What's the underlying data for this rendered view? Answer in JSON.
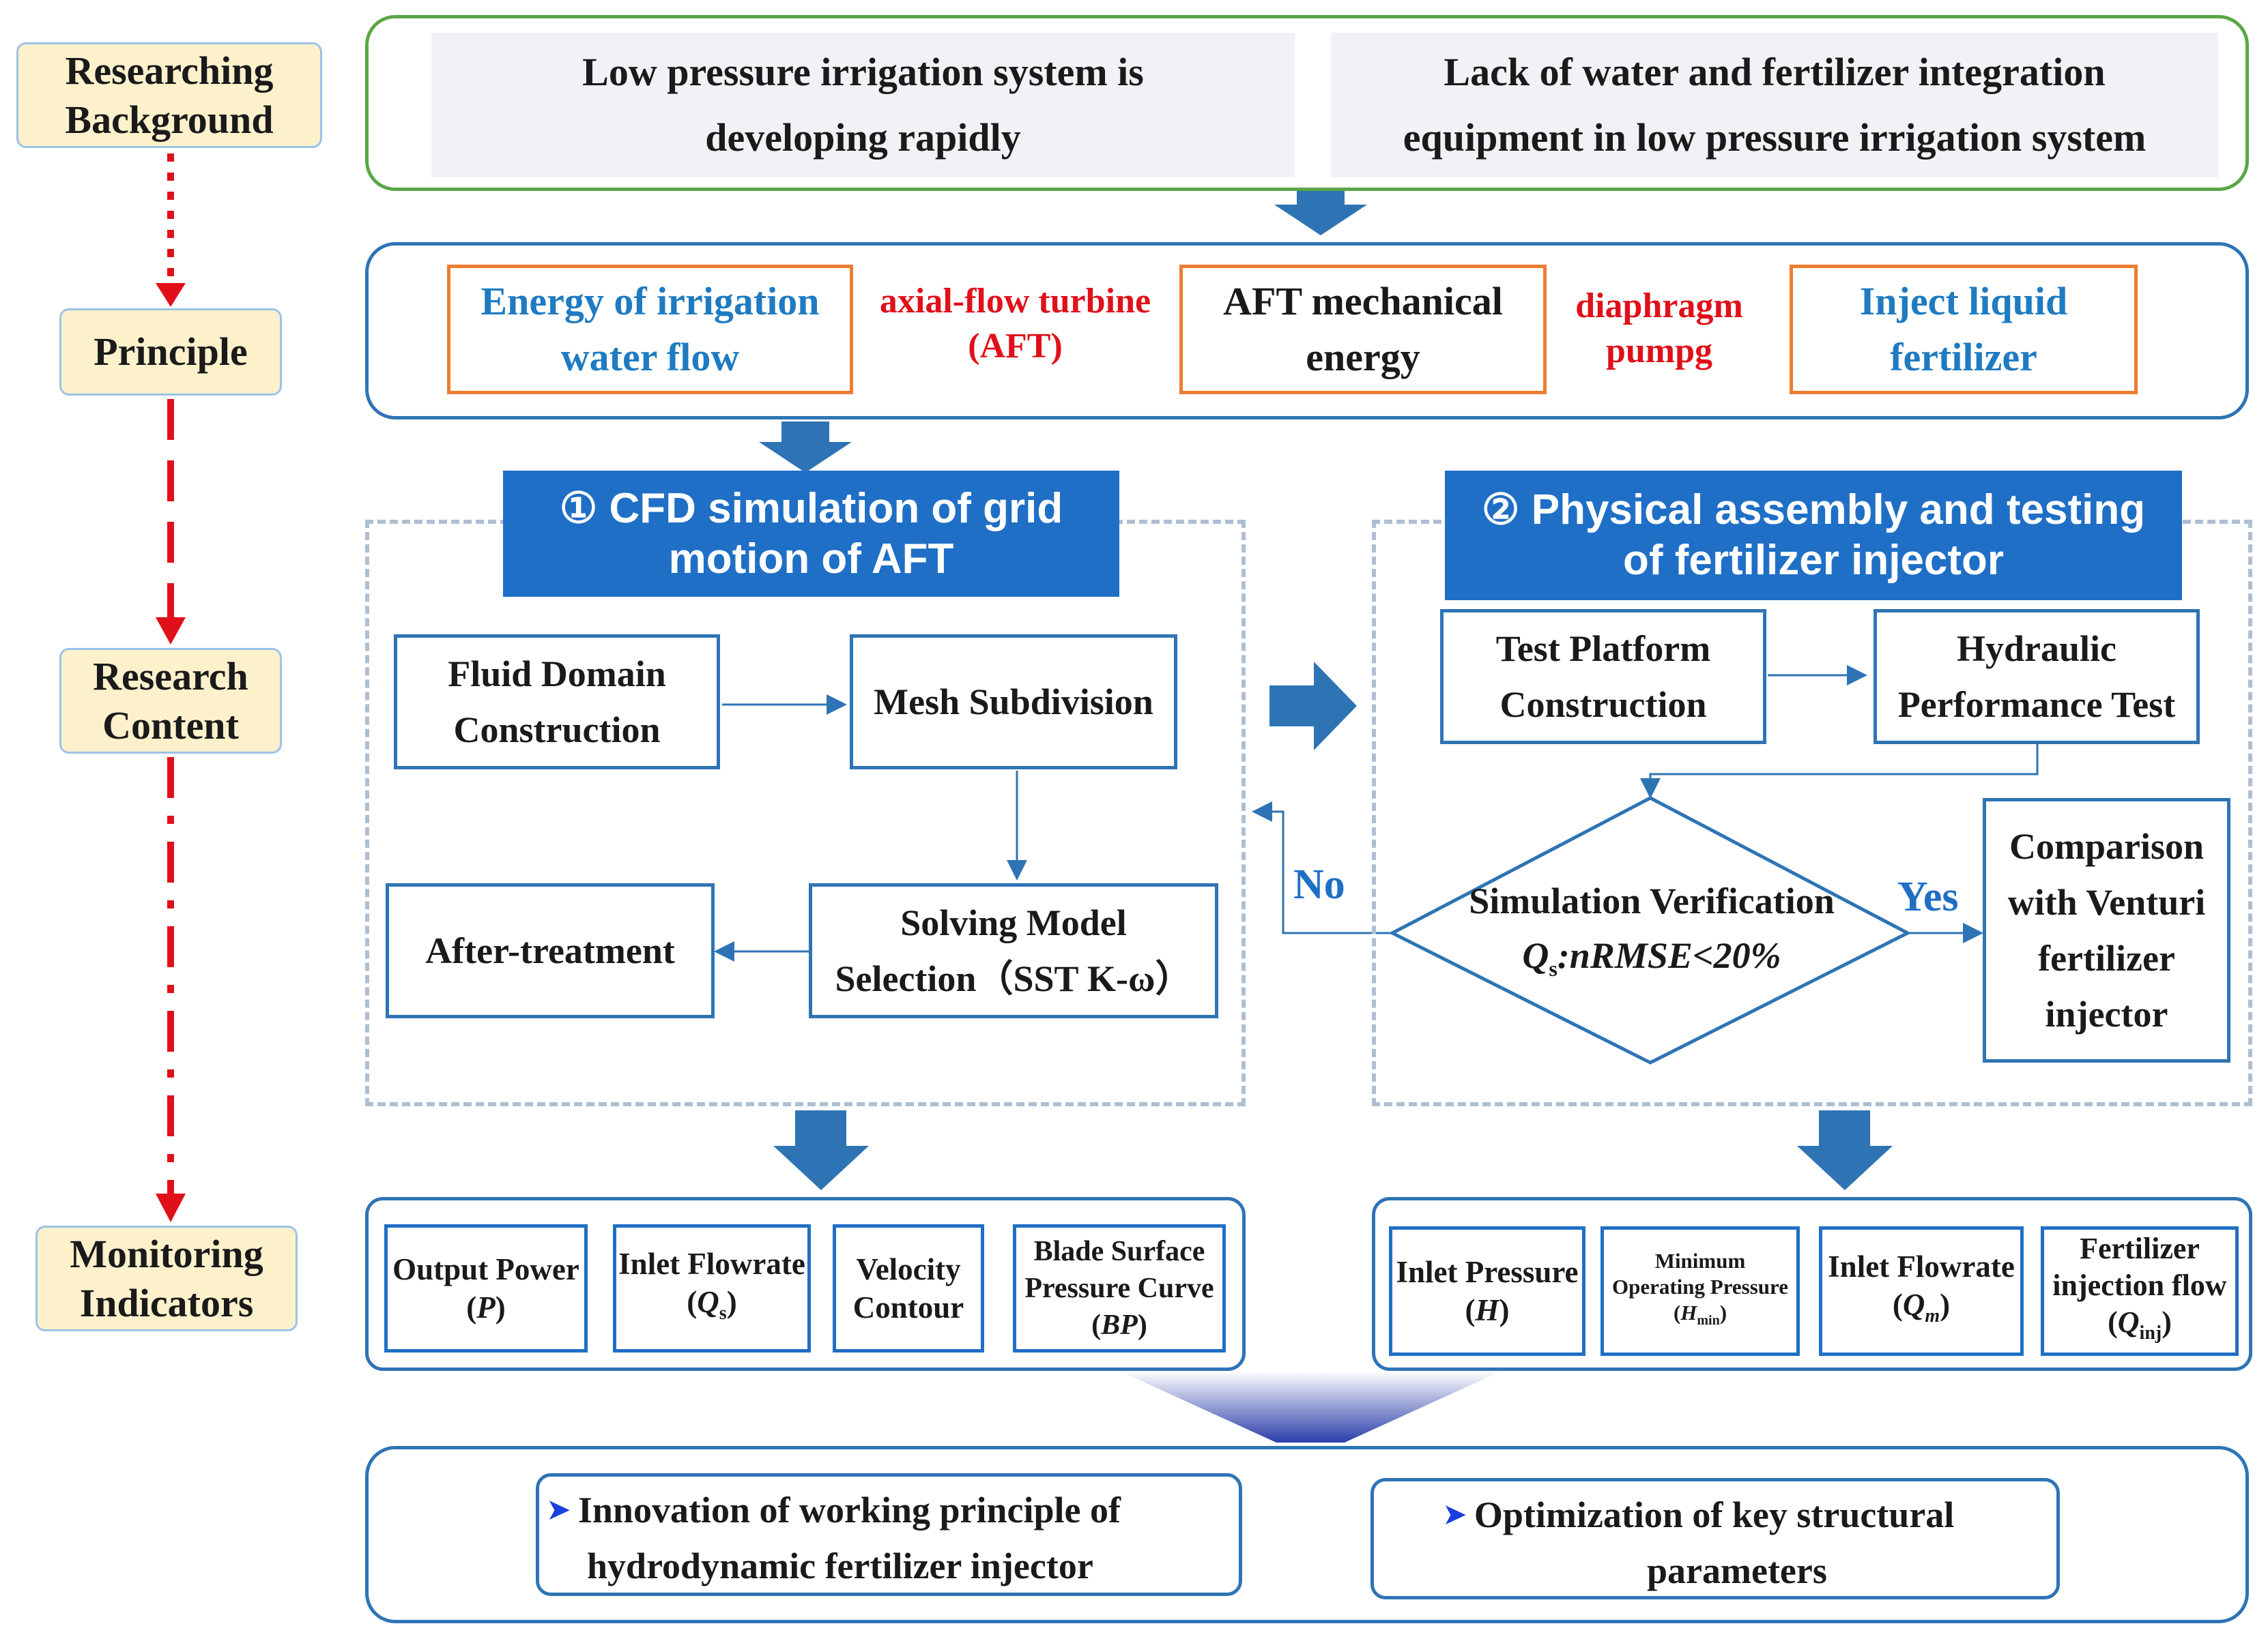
{
  "stages": {
    "background": [
      "Researching",
      "Background"
    ],
    "principle": "Principle",
    "content": [
      "Research",
      "Content"
    ],
    "monitoring": [
      "Monitoring",
      "Indicators"
    ]
  },
  "background": {
    "left": [
      "Low pressure irrigation system is",
      "developing rapidly"
    ],
    "right": [
      "Lack of water and fertilizer integration",
      "equipment in low pressure irrigation system"
    ]
  },
  "principle": {
    "box1": [
      "Energy of irrigation",
      "water flow"
    ],
    "arrow1": [
      "axial-flow turbine",
      "(AFT)"
    ],
    "box2": [
      "AFT mechanical",
      "energy"
    ],
    "arrow2": [
      "diaphragm",
      "pumpg"
    ],
    "box3": [
      "Inject liquid",
      "fertilizer"
    ]
  },
  "cfd": {
    "banner": [
      "① CFD simulation of grid",
      "motion of AFT"
    ],
    "fluid_domain": [
      "Fluid Domain",
      "Construction"
    ],
    "mesh": "Mesh Subdivision",
    "solving": [
      "Solving Model",
      "Selection（SST K-ω）"
    ],
    "after": "After-treatment"
  },
  "physical": {
    "banner": [
      "② Physical assembly and testing",
      "of fertilizer injector"
    ],
    "platform": [
      "Test Platform",
      "Construction"
    ],
    "hydraulic": [
      "Hydraulic",
      "Performance Test"
    ],
    "verify_line1": "Simulation Verification",
    "verify_q": "Q",
    "verify_sub": "s",
    "verify_rest": ":nRMSE<20%",
    "comparison": [
      "Comparison",
      "with Venturi",
      "fertilizer",
      "injector"
    ],
    "yes": "Yes",
    "no": "No"
  },
  "indicators_left": [
    {
      "label": "Output Power",
      "sym": "P",
      "sub": ""
    },
    {
      "label": "Inlet Flowrate",
      "sym": "Q",
      "sub": "s"
    },
    {
      "label": "Velocity",
      "label2": "Contour"
    },
    {
      "label": "Blade Surface",
      "label2": "Pressure Curve",
      "sym": "BP",
      "sub": ""
    }
  ],
  "indicators_right": [
    {
      "label": "Inlet Pressure",
      "sym": "H",
      "sub": ""
    },
    {
      "label": "Minimum",
      "label2": "Operating Pressure",
      "sym": "H",
      "sub": "min"
    },
    {
      "label": "Inlet Flowrate",
      "sym": "Q",
      "sub": "m"
    },
    {
      "label": "Fertilizer",
      "label2": "injection flow",
      "sym": "Q",
      "sub": "inj"
    }
  ],
  "outcomes": {
    "left": [
      "Innovation  of working  principle  of",
      "hydrodynamic  fertilizer  injector"
    ],
    "right": [
      "Optimization  of key structural",
      "parameters"
    ]
  },
  "colors": {
    "primary_blue": "#1f6fc6",
    "orange": "#ed7d31",
    "red": "#e0101a",
    "green": "#5aa646",
    "label_fill": "#fdf1cc"
  }
}
